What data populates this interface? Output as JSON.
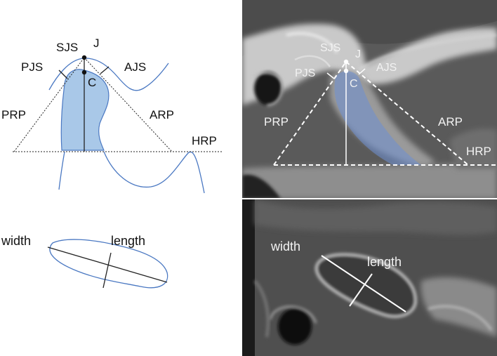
{
  "diagram": {
    "labels": {
      "sjs": "SJS",
      "j": "J",
      "pjs": "PJS",
      "ajs": "AJS",
      "c": "C",
      "prp": "PRP",
      "arp": "ARP",
      "hrp": "HRP",
      "width": "width",
      "length": "length"
    }
  },
  "colors": {
    "condyle_fill": "#a9c8e8",
    "outline_blue": "#4a78c2",
    "ct_background": "#5a5a5a",
    "bone": "#c9c9c9"
  }
}
